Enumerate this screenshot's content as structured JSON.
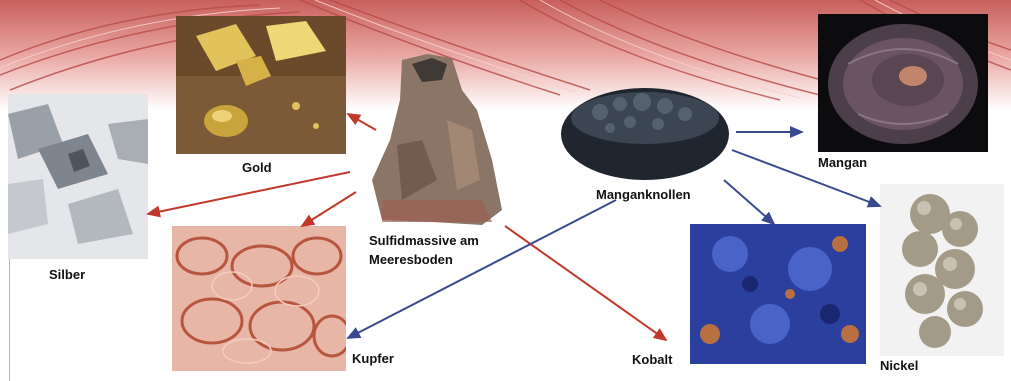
{
  "labels": {
    "gold": "Gold",
    "silber": "Silber",
    "kupfer": "Kupfer",
    "kobalt": "Kobalt",
    "nickel": "Nickel",
    "mangan": "Mangan",
    "manganknollen": "Manganknollen",
    "sulfid_line1": "Sulfidmassive am",
    "sulfid_line2": "Meeresboden"
  },
  "colors": {
    "sulfid_arrow": "#c0392b",
    "mangan_arrow": "#3b4a8f",
    "wire_base": "#e8a3a0"
  }
}
